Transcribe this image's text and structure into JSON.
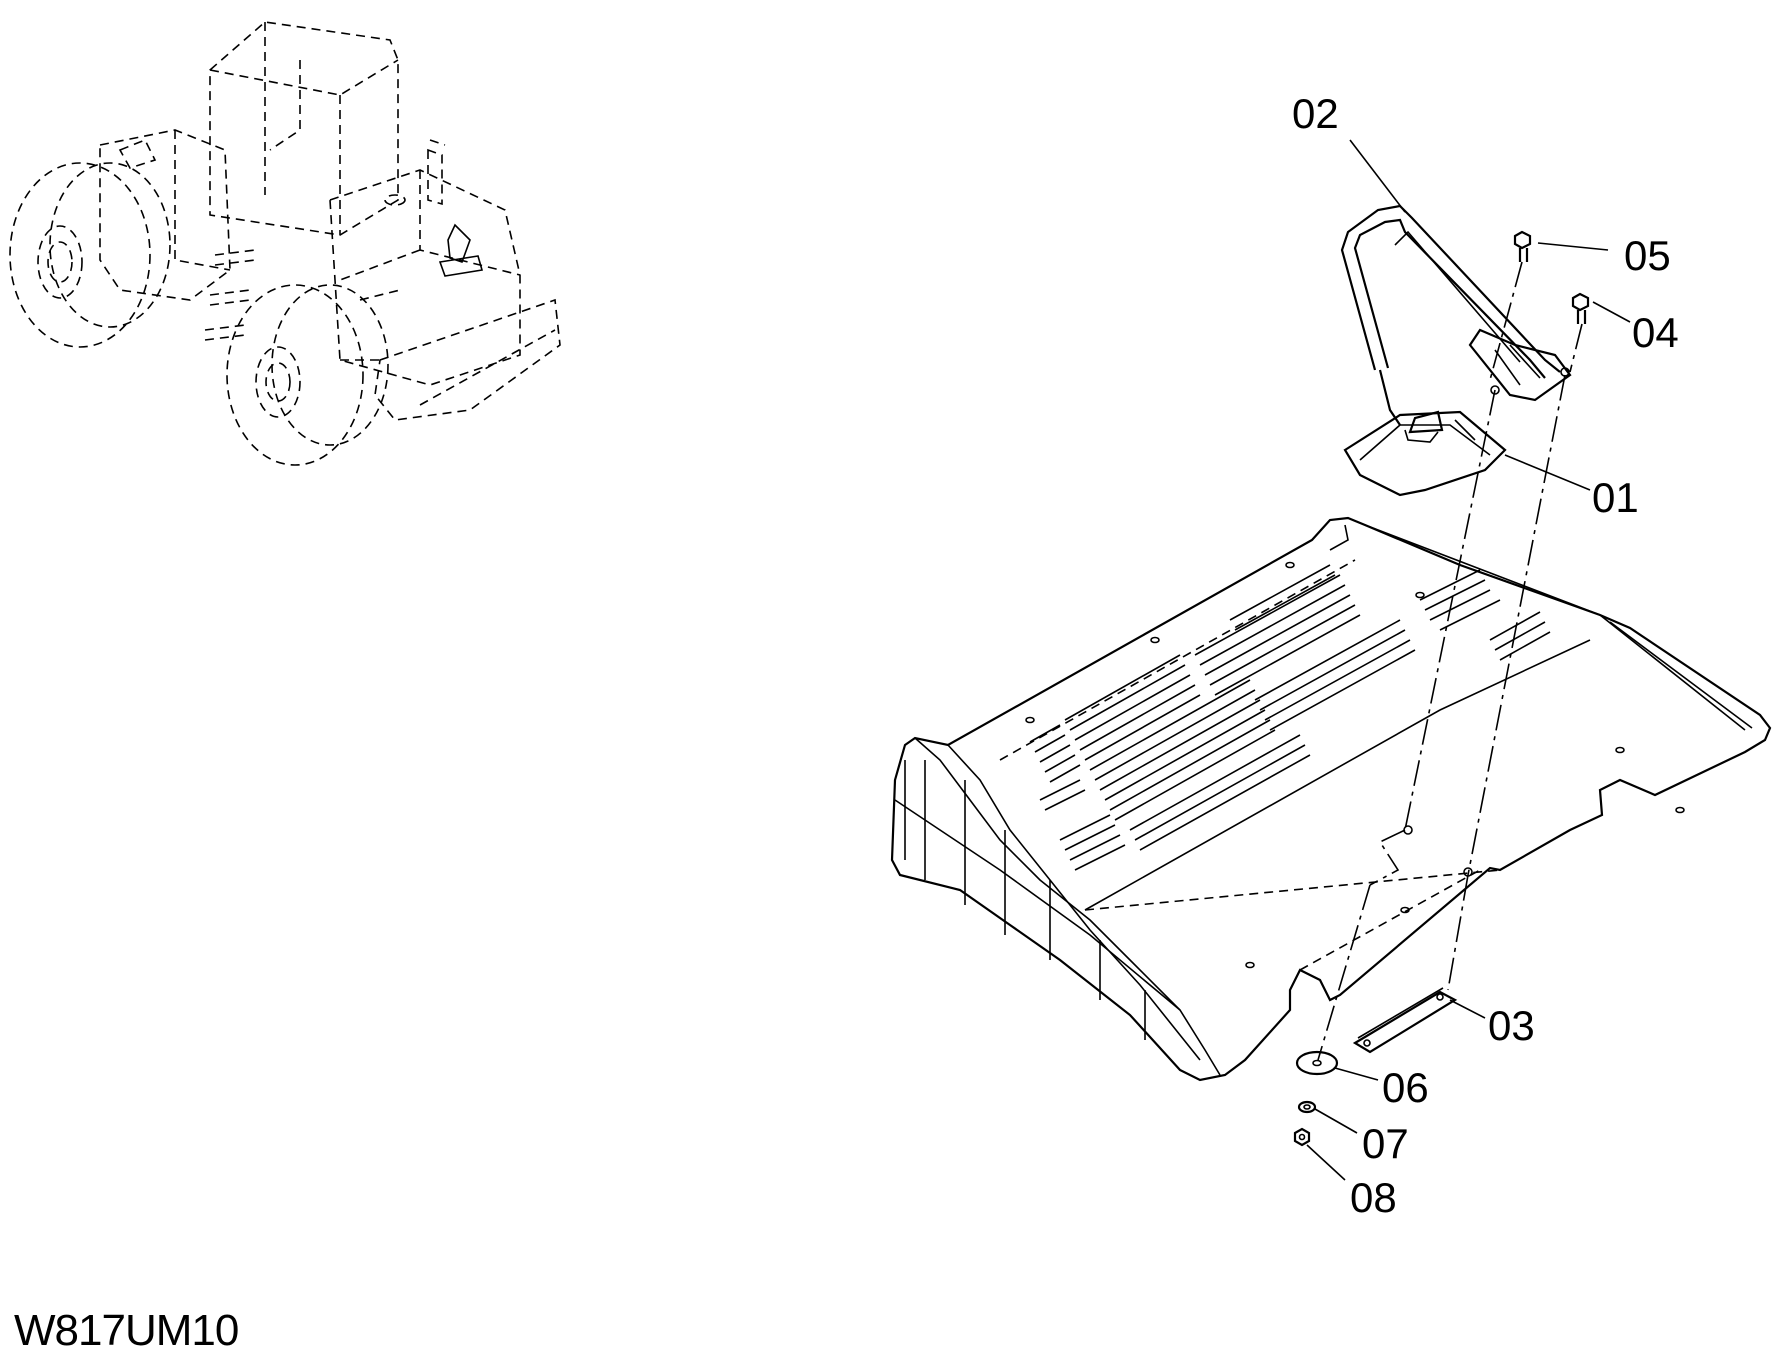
{
  "drawing_code": "W817UM10",
  "callouts": [
    {
      "id": "01",
      "label": "01"
    },
    {
      "id": "02",
      "label": "02"
    },
    {
      "id": "03",
      "label": "03"
    },
    {
      "id": "04",
      "label": "04"
    },
    {
      "id": "05",
      "label": "05"
    },
    {
      "id": "06",
      "label": "06"
    },
    {
      "id": "07",
      "label": "07"
    },
    {
      "id": "08",
      "label": "08"
    }
  ]
}
